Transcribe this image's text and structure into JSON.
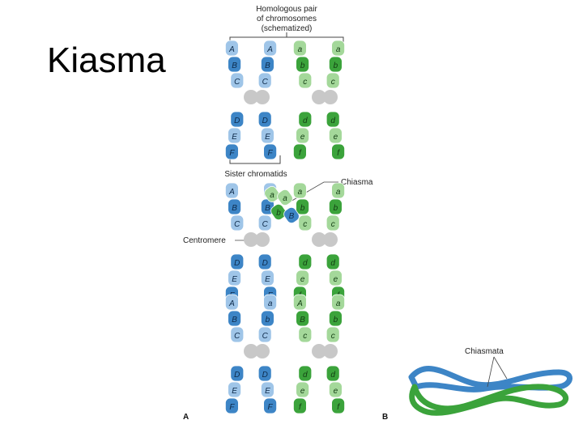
{
  "title": "Kiasma",
  "labels": {
    "homologous_pair": [
      "Homologous pair",
      "of chromosomes",
      "(schematized)"
    ],
    "sister_chromatids": "Sister chromatids",
    "chiasma": "Chiasma",
    "centromere": "Centromere",
    "chiasmata": "Chiasmata",
    "panel_a": "A",
    "panel_b": "B"
  },
  "gene_loci": {
    "upper": [
      "A",
      "B",
      "C",
      "D",
      "E",
      "F"
    ],
    "lower": [
      "a",
      "b",
      "c",
      "d",
      "e",
      "f"
    ]
  },
  "colors": {
    "blue_dark": "#3d85c6",
    "blue_light": "#9fc5e8",
    "green_dark": "#3ba33b",
    "green_light": "#a4d89a",
    "centromere": "#c8c8c8"
  }
}
